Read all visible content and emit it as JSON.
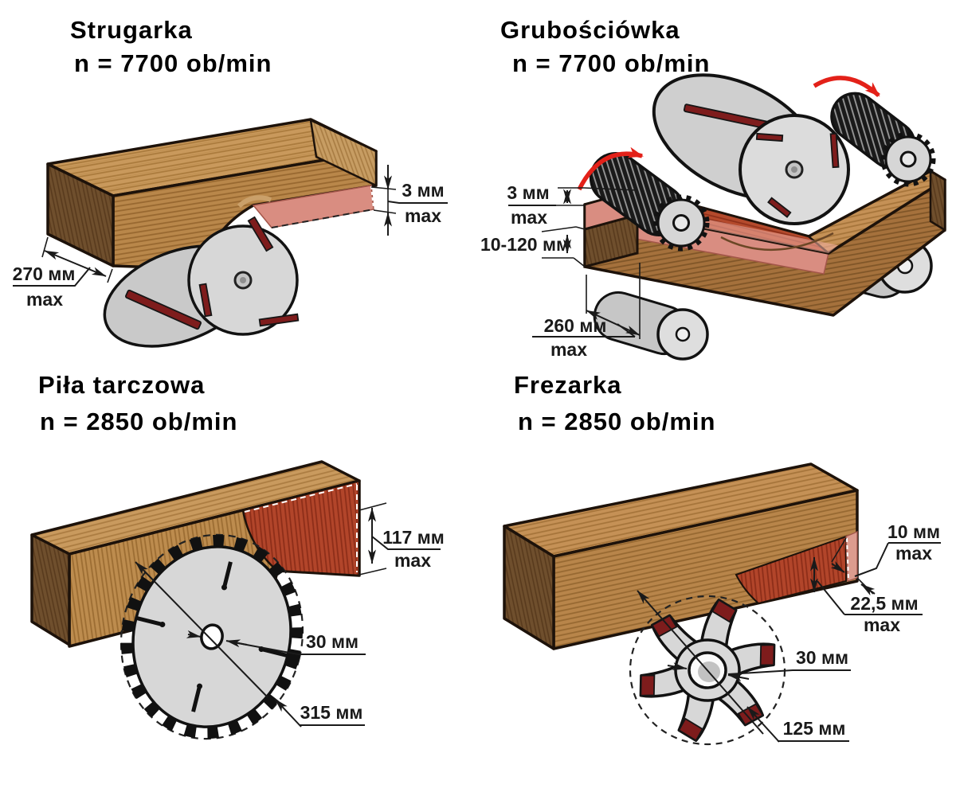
{
  "panels": {
    "strugarka": {
      "title": "Strugarka",
      "speed": "n = 7700 ob/min",
      "dim_depth_value": "3 мм",
      "dim_depth_max": "max",
      "dim_width_value": "270 мм",
      "dim_width_max": "max"
    },
    "grubosciowka": {
      "title": "Grubościówka",
      "speed": "n = 7700 ob/min",
      "dim_depth_value": "3 мм",
      "dim_depth_max": "max",
      "dim_thickness_value": "10-120 мм",
      "dim_width_value": "260 мм",
      "dim_width_max": "max"
    },
    "pila": {
      "title": "Piła tarczowa",
      "speed": "n = 2850 ob/min",
      "dim_cut_value": "117 мм",
      "dim_cut_max": "max",
      "dim_bore_value": "30 мм",
      "dim_blade_value": "315 мм"
    },
    "frezarka": {
      "title": "Frezarka",
      "speed": "n = 2850 ob/min",
      "dim_depth_value": "10 мм",
      "dim_depth_max": "max",
      "dim_height_value": "22,5 мм",
      "dim_height_max": "max",
      "dim_bore_value": "30 мм",
      "dim_cutter_value": "125 мм"
    }
  },
  "colors": {
    "background": "#ffffff",
    "wood_top": "#c9995c",
    "wood_front": "#b9874a",
    "wood_end_dark": "#6f4f2d",
    "cut_red": "#b2452a",
    "removed_pink": "#d98d81",
    "steel_gray": "#d7d7d7",
    "knife_dark_red": "#7e1c1c",
    "rotation_arrow_red": "#e32119",
    "dimension_line": "#1a1a1a"
  }
}
